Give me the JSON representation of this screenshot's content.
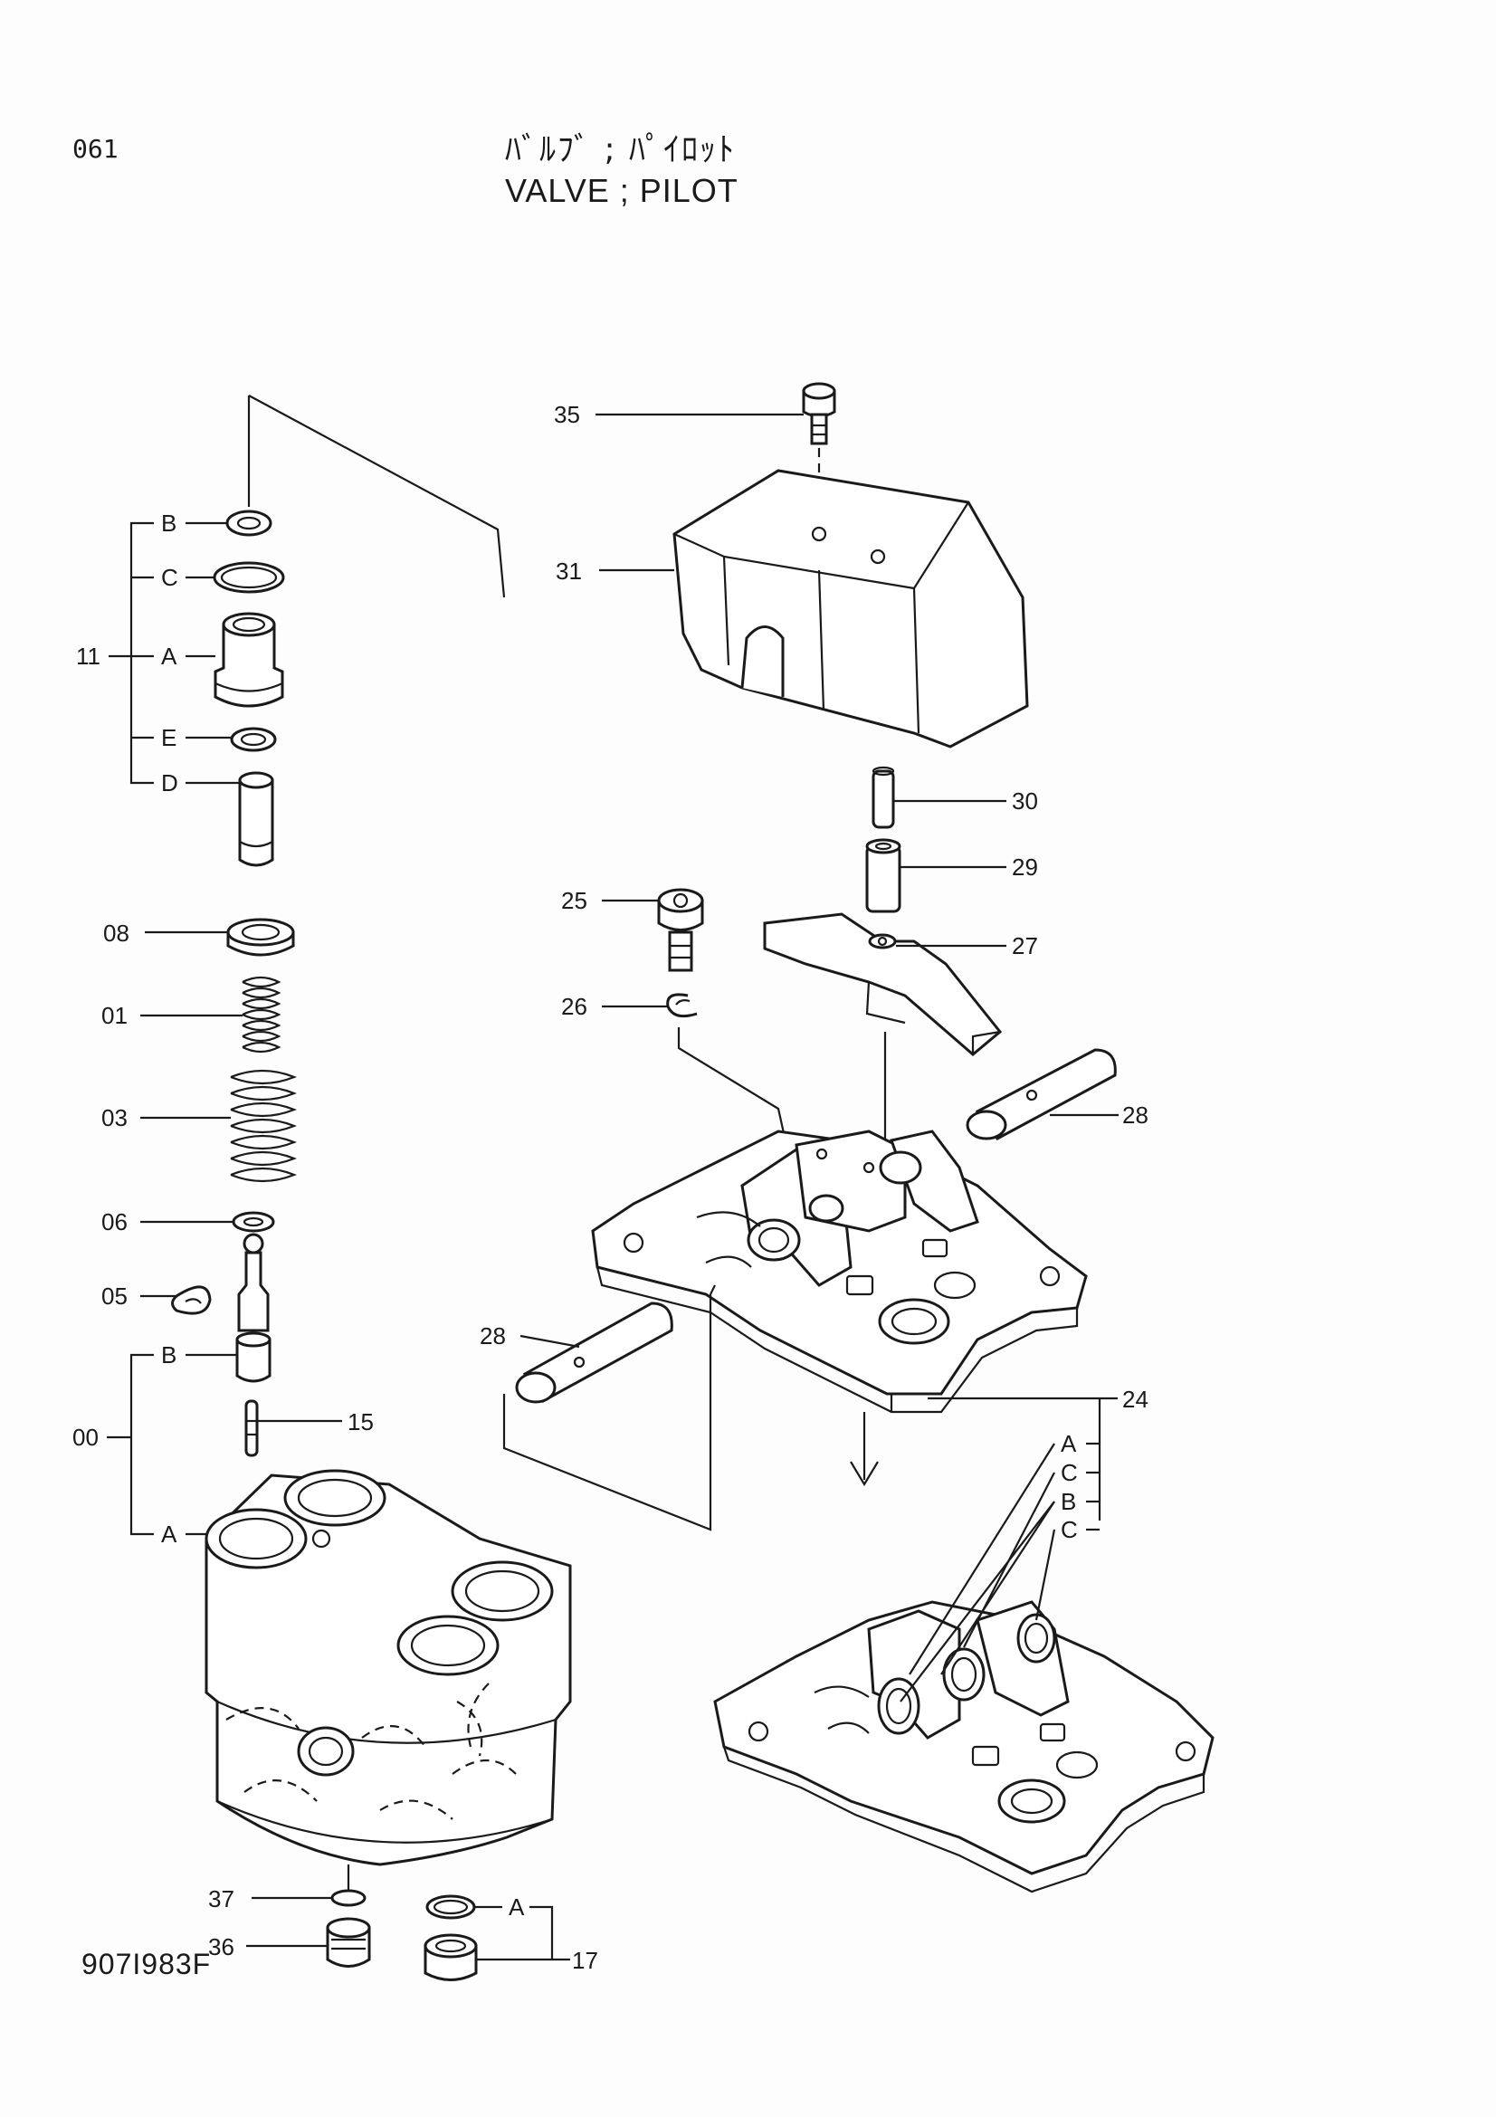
{
  "header": {
    "page_number": "061",
    "title_jp": "ﾊﾞﾙﾌﾞ ; ﾊﾟｲﾛｯﾄ",
    "title_en": "VALVE ; PILOT"
  },
  "footer": {
    "drawing_code": "907I983F"
  },
  "callouts": {
    "c11": "11",
    "c11_b": "B",
    "c11_c": "C",
    "c11_a": "A",
    "c11_e": "E",
    "c11_d": "D",
    "c08": "08",
    "c01": "01",
    "c03": "03",
    "c06": "06",
    "c05": "05",
    "c00": "00",
    "c00_b": "B",
    "c00_a": "A",
    "c15": "15",
    "c37": "37",
    "c36": "36",
    "c17": "17",
    "c17_a": "A",
    "c35": "35",
    "c31": "31",
    "c30": "30",
    "c29": "29",
    "c27": "27",
    "c25": "25",
    "c26": "26",
    "c28_upper": "28",
    "c28_lower": "28",
    "c24": "24",
    "c24_a": "A",
    "c24_c1": "C",
    "c24_b": "B",
    "c24_c2": "C"
  }
}
